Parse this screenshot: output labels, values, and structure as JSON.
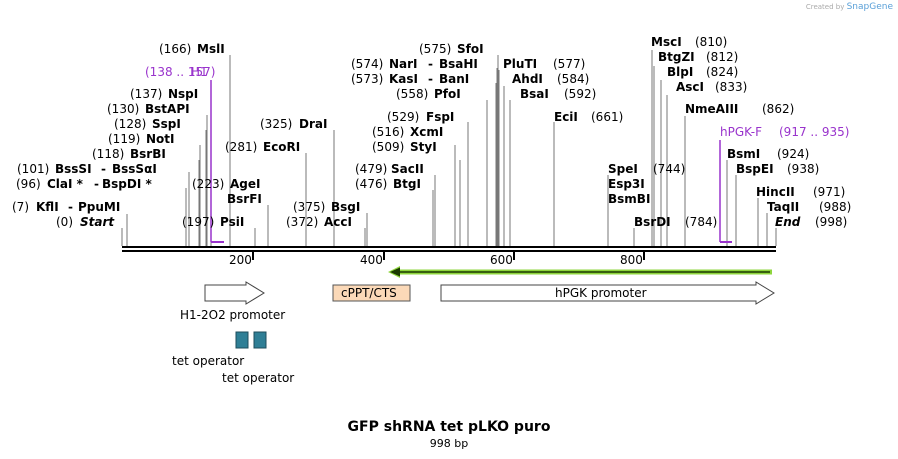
{
  "credit": {
    "prefix": "Created by",
    "brand": "SnapGene"
  },
  "title": "GFP shRNA tet pLKO puro",
  "length": "998 bp",
  "start_label": {
    "pos": "(0)",
    "name": "Start"
  },
  "end_label": {
    "name": "End",
    "pos": "(998)"
  },
  "ruler": {
    "ticks": [
      "200",
      "400",
      "600",
      "800"
    ]
  },
  "sites_left": [
    {
      "name": "KflI",
      "name2": "PpuMI",
      "pos": "(7)"
    },
    {
      "name": "ClaI *",
      "name2": "BspDI *",
      "pos": "(96)"
    },
    {
      "name": "BssSI",
      "name2": "BssSαI",
      "pos": "(101)"
    },
    {
      "name": "BsrBI",
      "pos": "(118)"
    },
    {
      "name": "NotI",
      "pos": "(119)"
    },
    {
      "name": "SspI",
      "pos": "(128)"
    },
    {
      "name": "BstAPI",
      "pos": "(130)"
    },
    {
      "name": "NspI",
      "pos": "(137)"
    },
    {
      "name": "MslI",
      "pos": "(166)"
    }
  ],
  "h1_primer": {
    "range": "(138 .. 157)",
    "name": "H1"
  },
  "sites_mid": [
    {
      "name": "PsiI",
      "pos": "(197)"
    },
    {
      "name": "AgeI",
      "name2": "BsrFI",
      "pos": "(223)"
    },
    {
      "name": "EcoRI",
      "pos": "(281)"
    },
    {
      "name": "DraI",
      "pos": "(325)"
    },
    {
      "name": "AccI",
      "pos": "(372)"
    },
    {
      "name": "BsgI",
      "pos": "(375)"
    },
    {
      "name": "BtgI",
      "pos": "(476)"
    },
    {
      "name": "SacII",
      "pos": "(479)"
    },
    {
      "name": "StyI",
      "pos": "(509)"
    },
    {
      "name": "XcmI",
      "pos": "(516)"
    },
    {
      "name": "FspI",
      "pos": "(529)"
    },
    {
      "name": "PfoI",
      "pos": "(558)"
    },
    {
      "name": "KasI",
      "name2": "BanI",
      "pos": "(573)"
    },
    {
      "name": "NarI",
      "name2": "BsaHI",
      "pos": "(574)"
    },
    {
      "name": "SfoI",
      "pos": "(575)"
    },
    {
      "name": "PluTI",
      "pos": "(577)"
    },
    {
      "name": "AhdI",
      "pos": "(584)"
    },
    {
      "name": "BsaI",
      "pos": "(592)"
    },
    {
      "name": "EciI",
      "pos": "(661)"
    }
  ],
  "sites_right": [
    {
      "name": "MscI",
      "pos": "(810)"
    },
    {
      "name": "BtgZI",
      "pos": "(812)"
    },
    {
      "name": "BlpI",
      "pos": "(824)"
    },
    {
      "name": "AscI",
      "pos": "(833)"
    },
    {
      "name": "NmeAIII",
      "pos": "(862)"
    },
    {
      "name": "SpeI",
      "pos": "(744)"
    },
    {
      "name": "Esp3I",
      "pos": ""
    },
    {
      "name": "BsmBI",
      "pos": ""
    },
    {
      "name": "BsrDI",
      "pos": "(784)"
    },
    {
      "name": "BsmI",
      "pos": "(924)"
    },
    {
      "name": "BspEI",
      "pos": "(938)"
    },
    {
      "name": "HincII",
      "pos": "(971)"
    },
    {
      "name": "TaqII",
      "pos": "(988)"
    }
  ],
  "hpgk_primer": {
    "name": "hPGK-F",
    "range": "(917 .. 935)"
  },
  "features": {
    "h1_promoter": "H1-2O2 promoter",
    "cppt": "cPPT/CTS",
    "hpgk": "hPGK promoter",
    "tet1": "tet operator",
    "tet2": "tet operator"
  },
  "colors": {
    "purple": "#9933cc",
    "green": "#8ed53c",
    "cppt": "#fbd9b8",
    "tet": "#2f7f96"
  }
}
